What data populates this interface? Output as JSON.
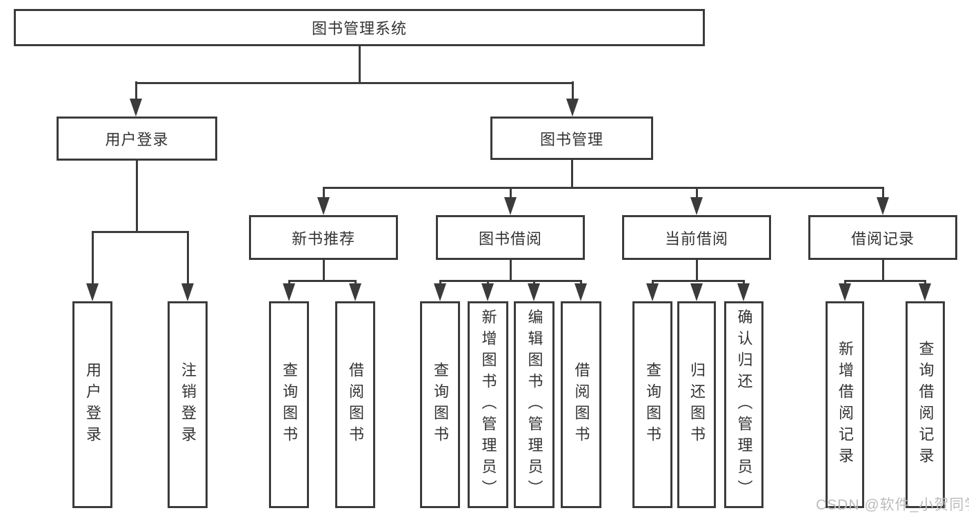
{
  "diagram": {
    "title": "图书管理系统",
    "root": {
      "label": "图书管理系统"
    },
    "level2": [
      {
        "id": "user-login",
        "label": "用户登录"
      },
      {
        "id": "book-management",
        "label": "图书管理"
      }
    ],
    "level3": [
      {
        "id": "new-book-recommend",
        "label": "新书推荐"
      },
      {
        "id": "book-borrowing",
        "label": "图书借阅"
      },
      {
        "id": "current-borrowing",
        "label": "当前借阅"
      },
      {
        "id": "borrowing-records",
        "label": "借阅记录"
      }
    ],
    "leaves": [
      {
        "id": "user-login-leaf",
        "label": "用户登录",
        "parent": "用户登录"
      },
      {
        "id": "logout",
        "label": "注销登录",
        "parent": "用户登录"
      },
      {
        "id": "query-books-recommend",
        "label": "查询图书",
        "parent": "新书推荐"
      },
      {
        "id": "borrow-books-recommend",
        "label": "借阅图书",
        "parent": "新书推荐"
      },
      {
        "id": "query-books-borrowing",
        "label": "查询图书",
        "parent": "图书借阅"
      },
      {
        "id": "add-book-admin",
        "label": "新增图书（管理员）",
        "parent": "图书借阅"
      },
      {
        "id": "edit-book-admin",
        "label": "编辑图书（管理员）",
        "parent": "图书借阅"
      },
      {
        "id": "borrow-books-borrowing",
        "label": "借阅图书",
        "parent": "图书借阅"
      },
      {
        "id": "query-books-current",
        "label": "查询图书",
        "parent": "当前借阅"
      },
      {
        "id": "return-book",
        "label": "归还图书",
        "parent": "当前借阅"
      },
      {
        "id": "confirm-return-admin",
        "label": "确认归还（管理员）",
        "parent": "当前借阅"
      },
      {
        "id": "add-borrow-record",
        "label": "新增借阅记录",
        "parent": "借阅记录"
      },
      {
        "id": "query-borrow-record",
        "label": "查询借阅记录",
        "parent": "借阅记录"
      }
    ],
    "watermark": "CSDN @软件_小贺同学",
    "colors": {
      "line": "#3b3b3b",
      "text": "#333333",
      "box_fill": "#ffffff",
      "watermark": "#bcbcbc",
      "background": "#ffffff"
    }
  }
}
